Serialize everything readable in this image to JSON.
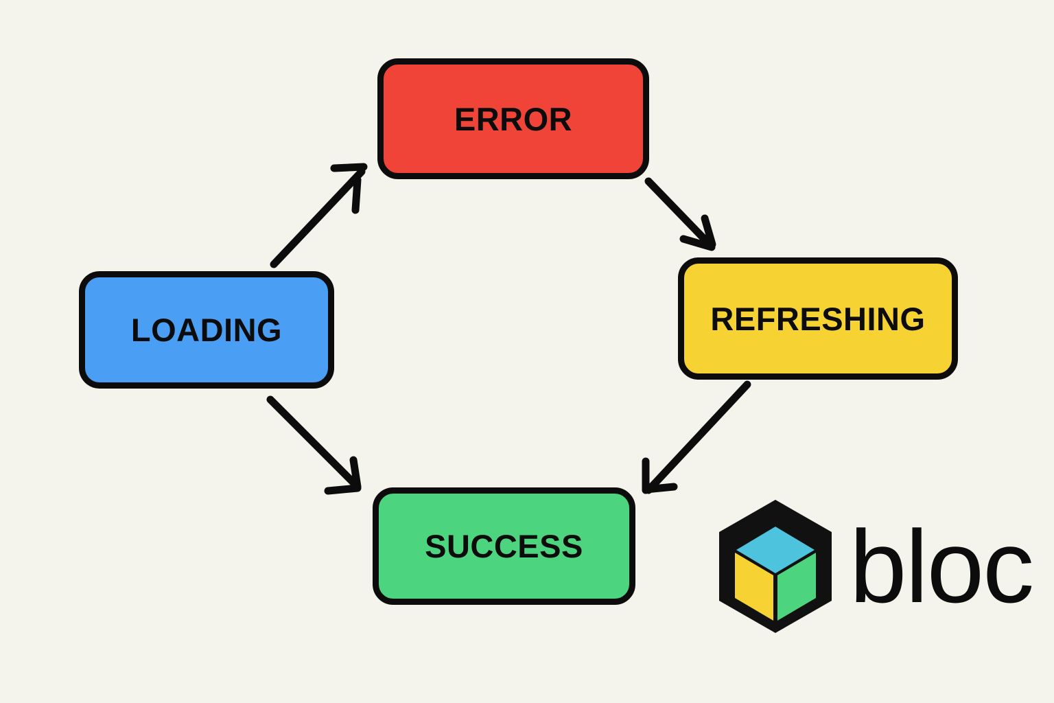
{
  "diagram": {
    "title": "bloc state transition diagram",
    "background_color": "#f4f3ec",
    "border_color": "#0c0c0c",
    "states": [
      {
        "id": "error",
        "label": "ERROR",
        "color": "#f04438",
        "position": "top-center"
      },
      {
        "id": "loading",
        "label": "LOADING",
        "color": "#4a9ff5",
        "position": "left"
      },
      {
        "id": "refreshing",
        "label": "REFRESHING",
        "color": "#f6d232",
        "position": "right"
      },
      {
        "id": "success",
        "label": "SUCCESS",
        "color": "#4dd47f",
        "position": "bottom-center"
      }
    ],
    "transitions": [
      {
        "id": "loading-to-error",
        "from": "LOADING",
        "to": "ERROR",
        "direction": "up-right"
      },
      {
        "id": "error-to-refreshing",
        "from": "ERROR",
        "to": "REFRESHING",
        "direction": "down-right"
      },
      {
        "id": "loading-to-success",
        "from": "LOADING",
        "to": "SUCCESS",
        "direction": "down-right"
      },
      {
        "id": "refreshing-to-success",
        "from": "REFRESHING",
        "to": "SUCCESS",
        "direction": "down-left"
      }
    ]
  },
  "logo": {
    "wordmark": "bloc",
    "mark_name": "hexagon-cube-icon",
    "hexagon_color": "#111111",
    "cube_top_color": "#4ec3dd",
    "cube_left_color": "#f6d232",
    "cube_right_color": "#4dd47f"
  }
}
